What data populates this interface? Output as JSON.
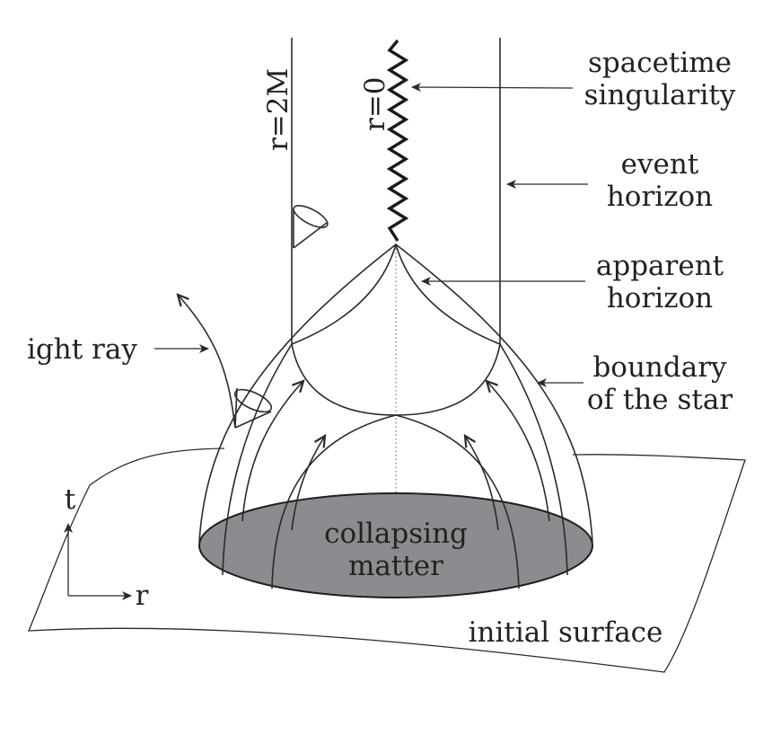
{
  "labels": {
    "spacetime": "spacetime",
    "singularity": "singularity",
    "event": "event",
    "event_horizon": "horizon",
    "apparent": "apparent",
    "apparent_horizon": "horizon",
    "boundary": "boundary",
    "of_the_star": "of the star",
    "light_ray": "ight ray",
    "r_2m": "r=2M",
    "r_0": "r=0",
    "collapsing": "collapsing",
    "matter": "matter",
    "initial_surface": "initial surface",
    "axis_t": "t",
    "axis_r": "r"
  },
  "colors": {
    "ink": "#2a2a2a",
    "matter_fill": "#8c8c90",
    "background": "#ffffff"
  }
}
